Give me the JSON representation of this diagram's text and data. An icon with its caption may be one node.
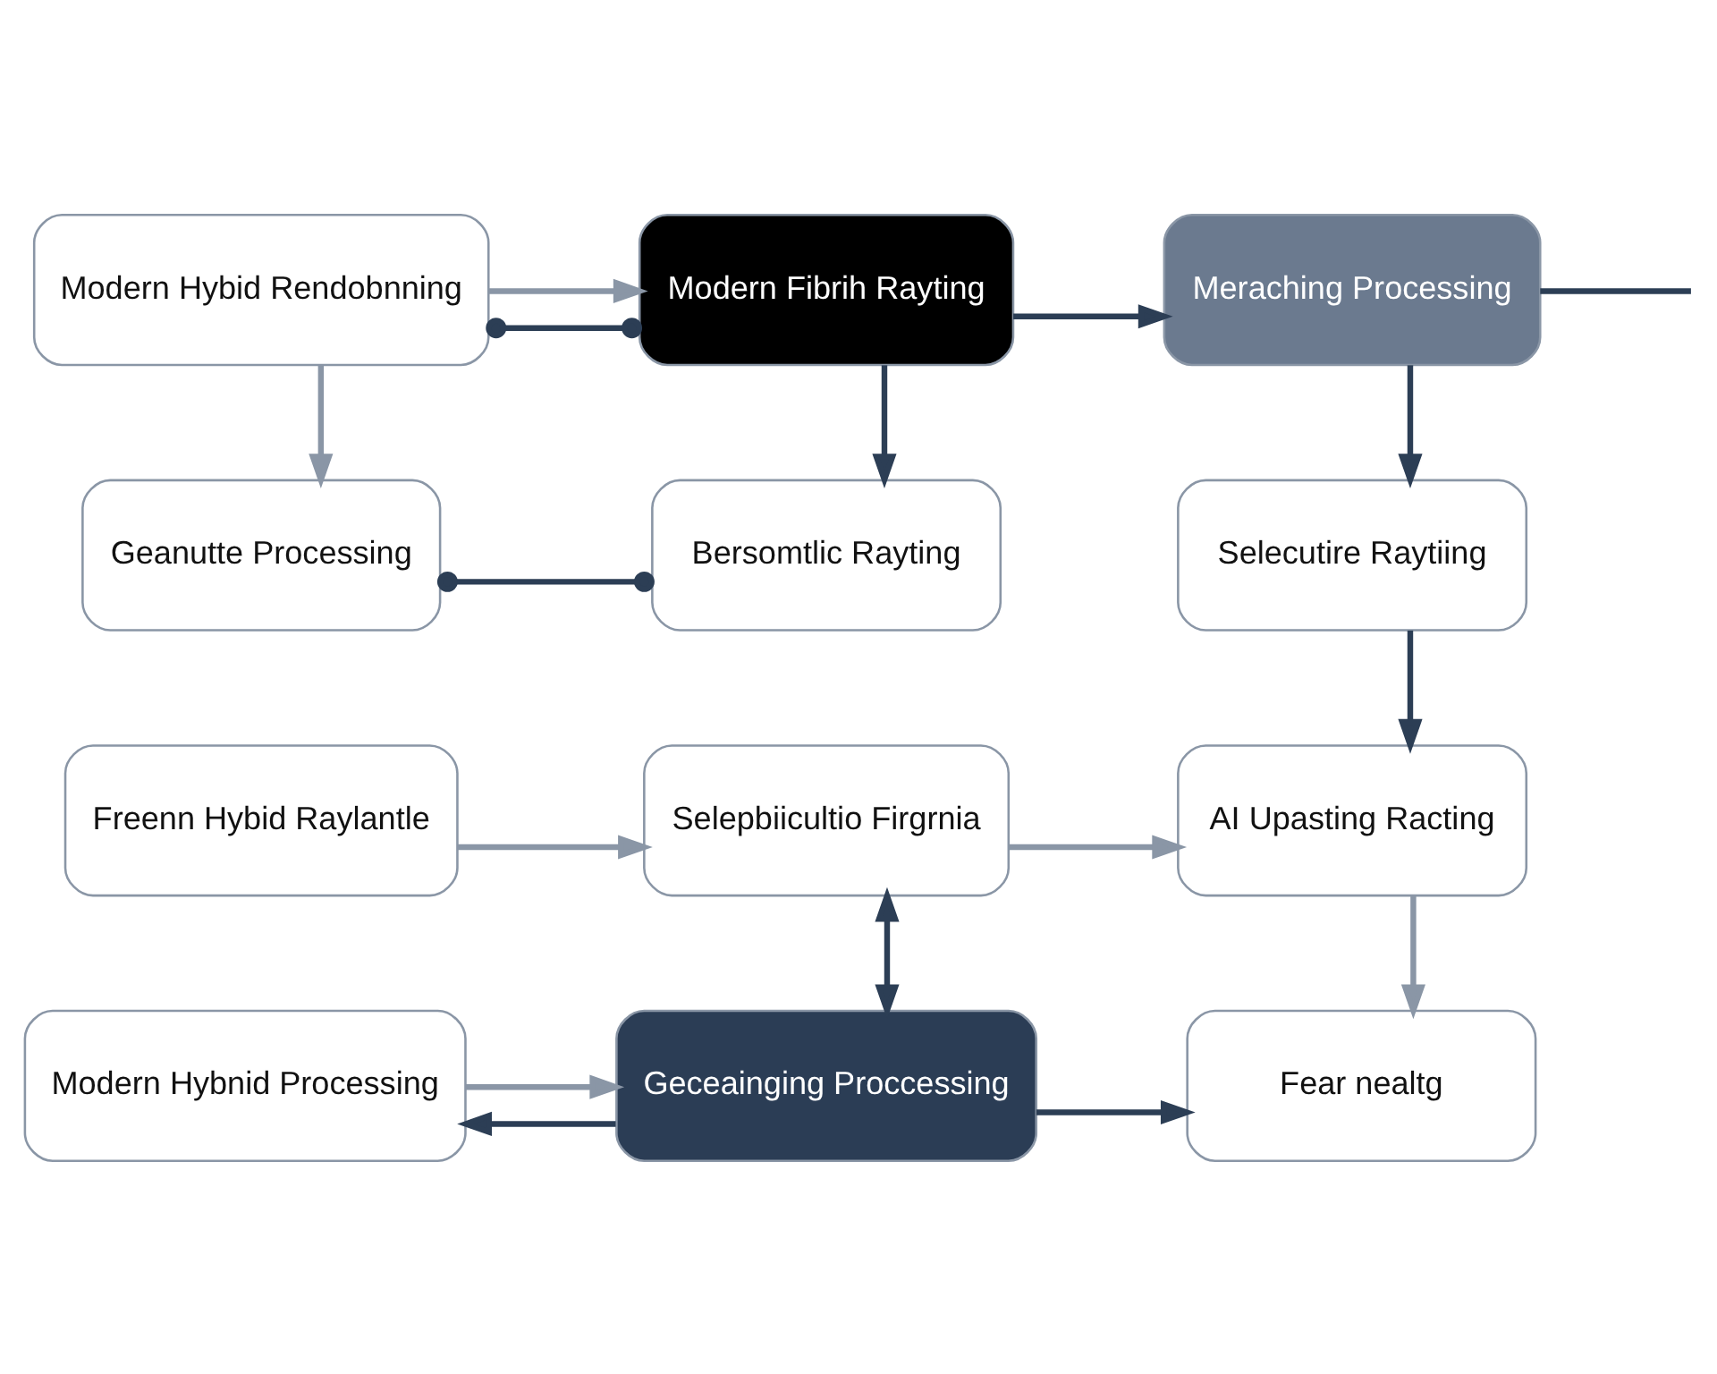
{
  "diagram": {
    "nodes": [
      {
        "text": [
          "Modern Hybid Rendobnning"
        ]
      },
      {
        "text": [
          "Modern Fibrih Rayting"
        ]
      },
      {
        "text": [
          "Meraching Processing"
        ]
      },
      {
        "text": [
          "Geanutte Processing"
        ]
      },
      {
        "text": [
          "Bersomtlic Rayting"
        ]
      },
      {
        "text": [
          "Selecutire Raytiing"
        ]
      },
      {
        "text": [
          "Freenn Hybid Raylantle"
        ]
      },
      {
        "text": [
          "Selepbiicultio Firgrnia"
        ]
      },
      {
        "text": [
          "AI Upasting Racting"
        ]
      },
      {
        "text": [
          "Modern Hybnid Processing"
        ]
      },
      {
        "text": [
          "Geceainging Proccessing"
        ]
      },
      {
        "text": [
          "Fear nealtg"
        ]
      }
    ],
    "edges": [
      {
        "from": 0,
        "to": 1,
        "arrow": "to",
        "color": "#8a96a6"
      },
      {
        "from": 1,
        "to": 2,
        "arrow": "to"
      },
      {
        "from": 0,
        "to": 1,
        "arrow": "other"
      },
      {
        "from": null,
        "to": 2,
        "arrow": "none"
      },
      {
        "from": 0,
        "to": 3,
        "arrow": "to",
        "color": "#8a96a6"
      },
      {
        "from": 1,
        "to": 4,
        "arrow": "to"
      },
      {
        "from": 2,
        "to": 5,
        "arrow": "to"
      },
      {
        "from": 3,
        "to": 4,
        "arrow": "other"
      },
      {
        "from": 5,
        "to": 8,
        "arrow": "to"
      },
      {
        "from": 6,
        "to": 7,
        "arrow": "to",
        "color": "#8a96a6"
      },
      {
        "from": 7,
        "to": 8,
        "arrow": "to",
        "color": "#8a96a6"
      },
      {
        "from": 7,
        "to": 10,
        "arrow": "both"
      },
      {
        "from": 10,
        "to": 9,
        "arrow": "to"
      },
      {
        "from": 8,
        "to": 11,
        "arrow": "to",
        "color": "#8a96a6"
      },
      {
        "from": 9,
        "to": 10,
        "arrow": "to",
        "color": "#8a96a6"
      },
      {
        "from": 10,
        "to": 11,
        "arrow": "to"
      }
    ]
  }
}
